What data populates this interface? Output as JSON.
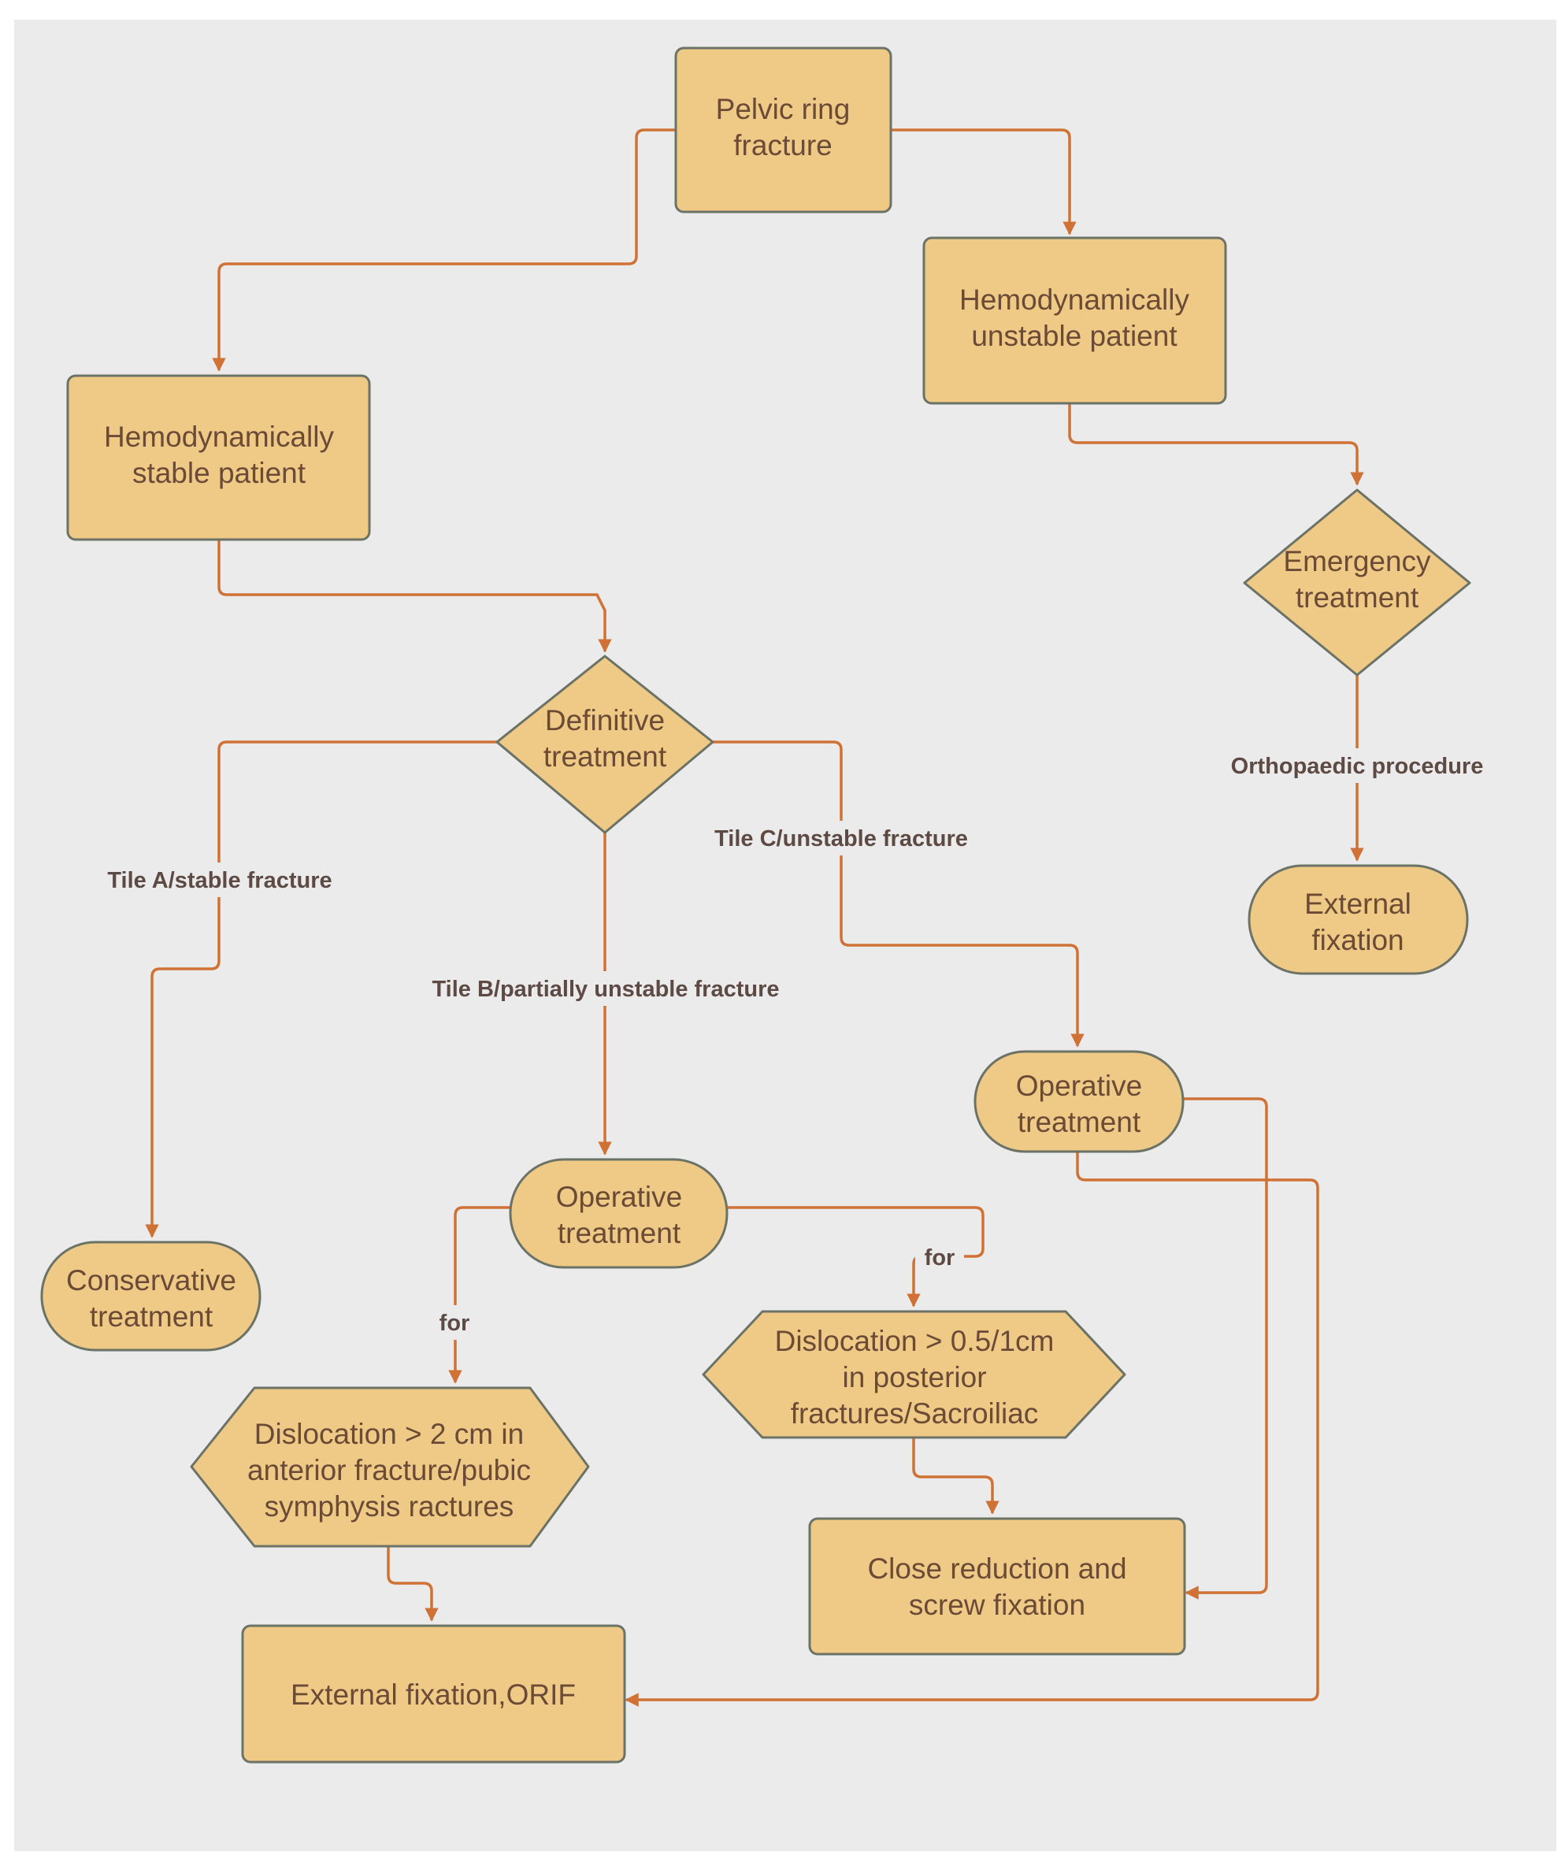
{
  "nodes": {
    "pelvic": [
      "Pelvic ring",
      "fracture"
    ],
    "unstable": [
      "Hemodynamically",
      "unstable patient"
    ],
    "stable": [
      "Hemodynamically",
      "stable patient"
    ],
    "emergency": [
      "Emergency",
      "treatment"
    ],
    "definitive": [
      "Definitive",
      "treatment"
    ],
    "external_fixation_right": [
      "External",
      "fixation"
    ],
    "operative_c": [
      "Operative",
      "treatment"
    ],
    "operative_b": [
      "Operative",
      "treatment"
    ],
    "conservative": [
      "Conservative",
      "treatment"
    ],
    "dislocation_posterior": [
      "Dislocation > 0.5/1cm",
      "in posterior",
      "fractures/Sacroiliac"
    ],
    "dislocation_anterior": [
      "Dislocation > 2 cm in",
      "anterior fracture/pubic",
      "symphysis ractures"
    ],
    "close_reduction": [
      "Close reduction and",
      "screw fixation"
    ],
    "external_orif": [
      "External fixation,ORIF"
    ]
  },
  "edge_labels": {
    "orthopaedic": "Orthopaedic procedure",
    "tile_a": "Tile A/stable fracture",
    "tile_b": "Tile B/partially unstable fracture",
    "tile_c": "Tile C/unstable fracture",
    "for_left": "for",
    "for_right": "for"
  },
  "colors": {
    "background": "#ebebeb",
    "node_fill": "#efc986",
    "node_border": "#6b7266",
    "connector": "#d07235",
    "node_text": "#6b4a36",
    "label_text": "#5e4a44"
  }
}
